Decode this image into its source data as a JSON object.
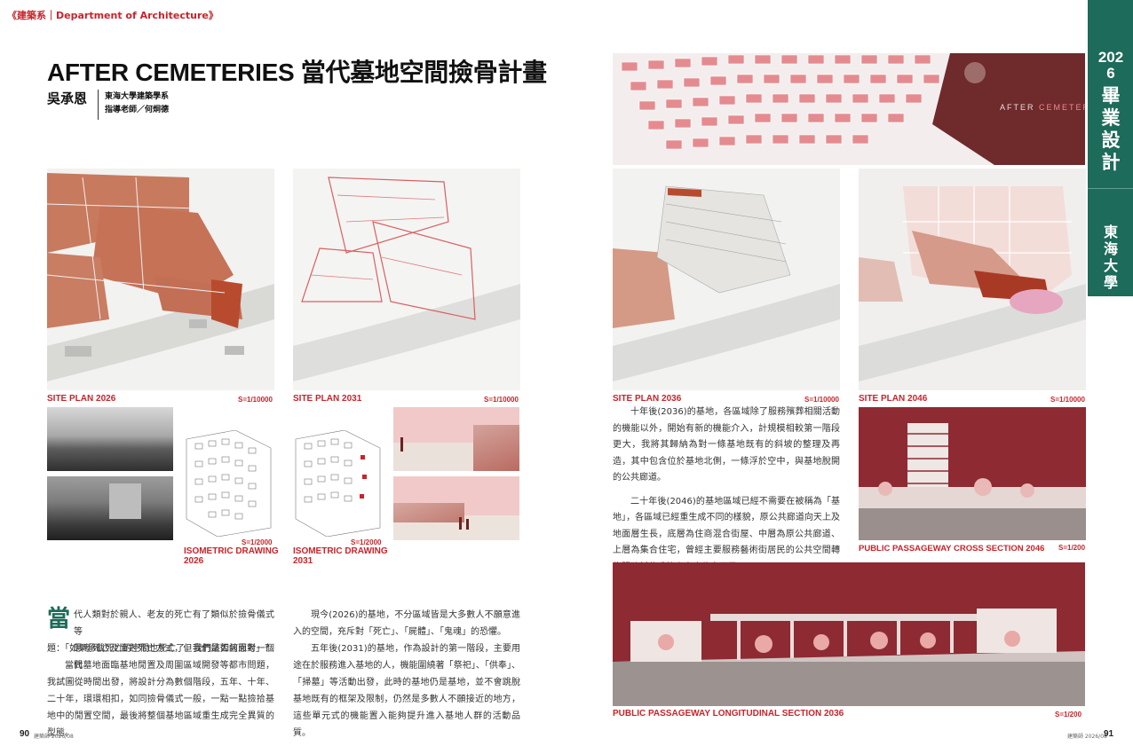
{
  "header": {
    "department": "《建築系｜Department of Architecture》"
  },
  "title": "AFTER CEMETERIES 當代墓地空間撿骨計畫",
  "author": {
    "name": "吳承恩",
    "school": "東海大學建築學系",
    "advisor": "指導老師／何炯德"
  },
  "side_tab": {
    "year": "2026",
    "label": "畢業設計",
    "school": "東海大學"
  },
  "hero": {
    "overlay_text_a": "AFTER",
    "overlay_text_b": "CEMETERIES"
  },
  "captions": {
    "site2026": "SITE PLAN 2026",
    "site2026_scale": "S=1/10000",
    "site2031": "SITE PLAN 2031",
    "site2031_scale": "S=1/10000",
    "site2036": "SITE PLAN 2036",
    "site2036_scale": "S=1/10000",
    "site2046": "SITE PLAN 2046",
    "site2046_scale": "S=1/10000",
    "iso2026_scale": "S=1/2000",
    "iso2026_a": "ISOMETRIC DRAWING",
    "iso2026_b": "2026",
    "iso2031_scale": "S=1/2000",
    "iso2031_a": "ISOMETRIC DRAWING",
    "iso2031_b": "2031",
    "cross": "PUBLIC PASSAGEWAY CROSS SECTION 2046",
    "cross_scale": "S=1/200",
    "long": "PUBLIC PASSAGEWAY LONGITUDINAL SECTION 2036",
    "long_scale": "S=1/200"
  },
  "left_col1": {
    "initial": "當",
    "first_line": "代人類對於親人、老友的死亡有了類似於撿骨儀式等",
    "second_line": "思考死亡及面對死亡方式，但我們是否該思考一個問",
    "third_line": "題：「如果承載死亡的空間也死亡了，我們該如何面對」？",
    "p2": "當代墓地面臨基地閒置及周圍區域開發等都市問題，我試圖從時間出發，將設計分為數個階段，五年、十年、二十年，環環相扣，如同撿骨儀式一般，一點一點撿拾基地中的閒置空間，最後將整個基地區域重生成完全異質的型態。"
  },
  "left_col2": {
    "p1": "現今(2026)的基地，不分區域皆是大多數人不願意進入的空間，充斥對「死亡」、「屍體」、「鬼魂」的恐懼。",
    "p2": "五年後(2031)的基地，作為設計的第一階段，主要用途在於服務進入基地的人，機能圍繞著「祭祀」、「供奉」、「掃墓」等活動出發，此時的基地仍是基地，並不會跳脫基地既有的框架及限制，仍然是多數人不願接近的地方，這些單元式的機能置入能夠提升進入基地人群的活動品質。"
  },
  "right_text": {
    "p1": "十年後(2036)的基地，各區域除了服務殯葬相關活動的機能以外，開始有新的機能介入，計規模相較第一階段更大，我將其歸納為對一條基地既有的斜坡的整理及再造，其中包含位於基地北側，一條浮於空中，與基地脫開的公共廊道。",
    "p2": "二十年後(2046)的基地區域已經不需要在被稱為「基地」，各區域已經重生成不同的樣貌，原公共廊道向天上及地面層生長，底層為住商混合街屋、中層為原公共廊道、上層為集合住宅，曾經主要服務藝術街居民的公共空間轉為服務新落成的高密度住宅居民。"
  },
  "footer": {
    "left_page": "90",
    "right_page": "91",
    "folio_left": "建築師 2026/08",
    "folio_right": "建築師 2026/08"
  },
  "colors": {
    "accent_red": "#c8242b",
    "green_tab": "#1d6b5a",
    "maroon": "#8e2a32"
  }
}
